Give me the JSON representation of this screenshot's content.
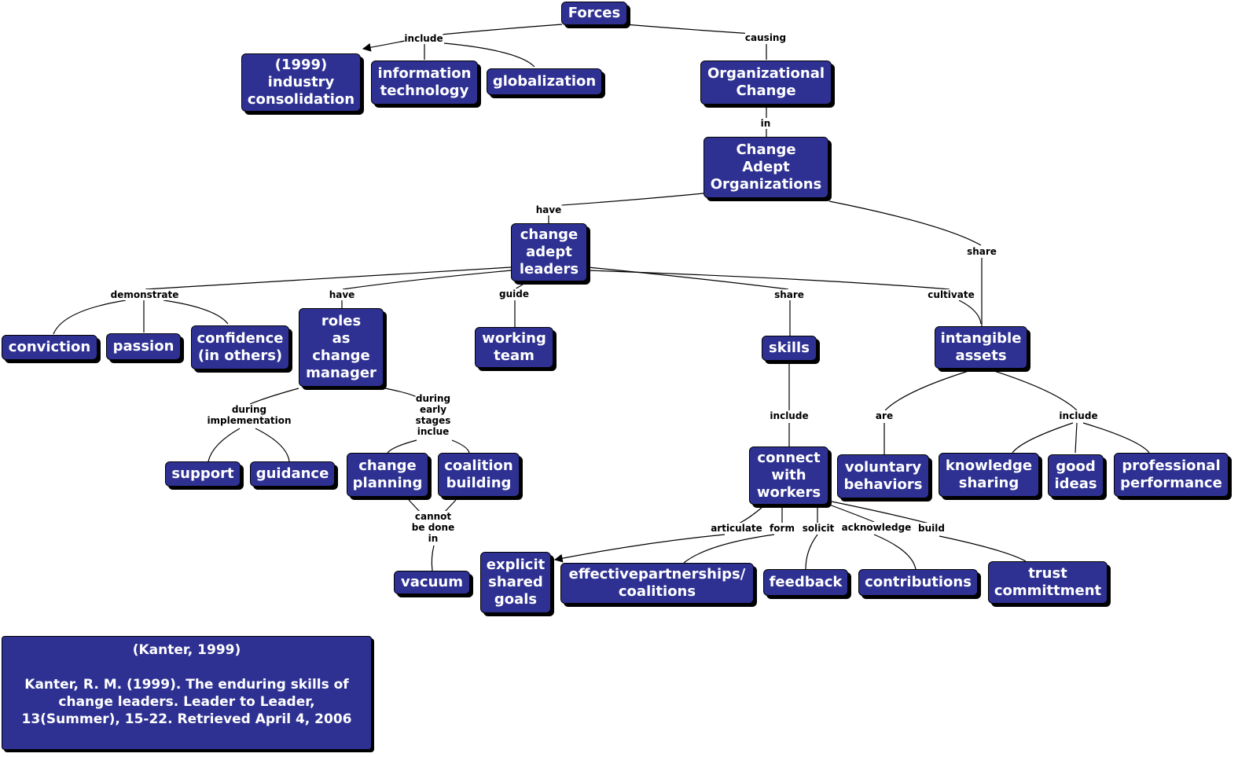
{
  "nodes": {
    "forces": "Forces",
    "consolidation": "(1999)\nindustry\nconsolidation",
    "info_tech": "information\ntechnology",
    "globalization": "globalization",
    "org_change": "Organizational\nChange",
    "change_adept_orgs": "Change\nAdept\nOrganizations",
    "change_adept_leaders": "change\nadept\nleaders",
    "conviction": "conviction",
    "passion": "passion",
    "confidence": "confidence\n(in others)",
    "roles": "roles\nas\nchange\nmanager",
    "working_team": "working\nteam",
    "skills": "skills",
    "intangible_assets": "intangible\nassets",
    "support": "support",
    "guidance": "guidance",
    "change_planning": "change\nplanning",
    "coalition_building": "coalition\nbuilding",
    "vacuum": "vacuum",
    "connect_workers": "connect\nwith\nworkers",
    "explicit_goals": "explicit\nshared\ngoals",
    "partnerships": "effectivepartnerships/\ncoalitions",
    "feedback": "feedback",
    "contributions": "contributions",
    "trust": "trust\ncommittment",
    "voluntary": "voluntary\nbehaviors",
    "knowledge": "knowledge\nsharing",
    "good_ideas": "good\nideas",
    "professional": "professional\nperformance"
  },
  "links": {
    "include_1": "include",
    "causing": "causing",
    "in": "in",
    "have_1": "have",
    "share_1": "share",
    "demonstrate": "demonstrate",
    "have_2": "have",
    "guide": "guide",
    "share_2": "share",
    "cultivate": "cultivate",
    "during_impl": "during\nimplementation",
    "during_early": "during\nearly\nstages\ninclue",
    "include_2": "include",
    "are": "are",
    "include_3": "include",
    "cannot": "cannot\nbe done\nin",
    "articulate": "articulate",
    "form": "form",
    "solicit": "solicit",
    "acknowledge": "acknowledge",
    "build": "build"
  },
  "reference": {
    "title": "(Kanter, 1999)",
    "body": "Kanter, R. M. (1999). The enduring skills of\nchange leaders. Leader to Leader,\n13(Summer), 15-22. Retrieved April 4, 2006"
  },
  "colors": {
    "node_fill": "#2e3192",
    "node_text": "#ffffff",
    "line": "#000000"
  }
}
